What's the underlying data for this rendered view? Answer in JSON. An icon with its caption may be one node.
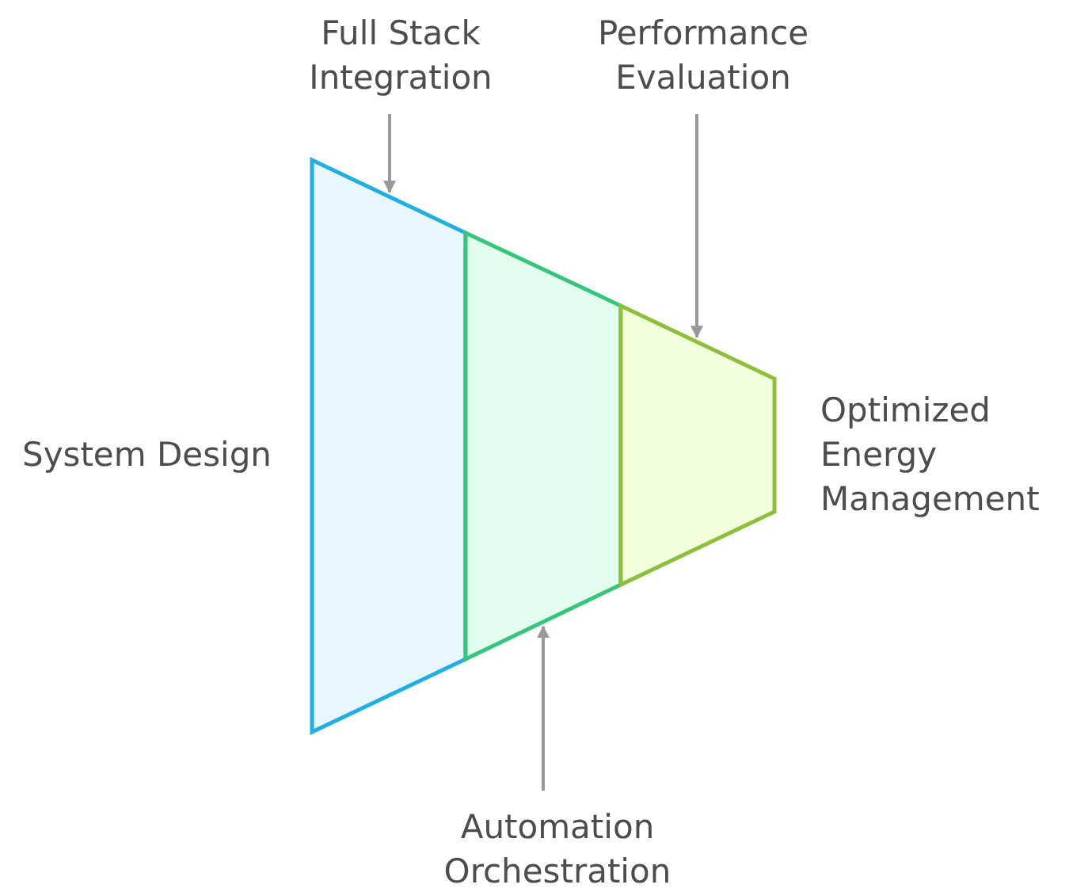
{
  "diagram": {
    "nodes": [
      {
        "text": [
          "Full Stack Integration"
        ]
      },
      {
        "text": [
          "Performance Evaluation"
        ]
      },
      {
        "text": [],
        "shape": "band"
      },
      {
        "text": [],
        "shape": "band"
      },
      {
        "text": [],
        "shape": "band"
      },
      {
        "text": [
          "Automation Orchestration"
        ]
      }
    ],
    "edges": [
      {
        "from": 0,
        "to": 2,
        "arrow": "to"
      },
      {
        "from": 1,
        "to": 4,
        "arrow": "to"
      },
      {
        "from": 5,
        "to": 3,
        "arrow": "to"
      }
    ],
    "labels": [
      "System Design",
      "Optimized Energy Management"
    ]
  }
}
